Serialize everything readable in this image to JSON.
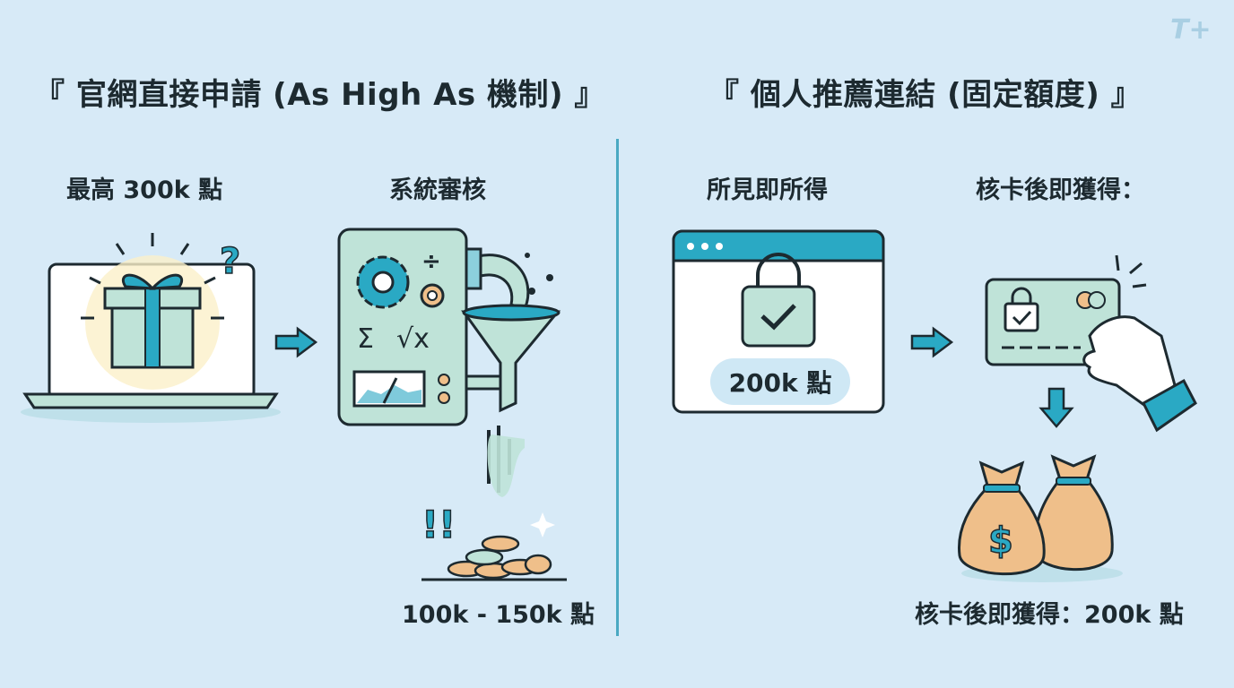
{
  "logo": "T+",
  "left": {
    "title": "『 官網直接申請 (As High As 機制) 』",
    "step1_label": "最高 300k 點",
    "step2_label": "系統審核",
    "result_label": "100k - 150k 點",
    "question_mark": "?",
    "exclaim": "!!",
    "math_symbols": {
      "divide": "÷",
      "sigma": "Σ",
      "sqrt": "√x"
    }
  },
  "right": {
    "title": "『 個人推薦連結 (固定額度) 』",
    "step1_label": "所見即所得",
    "step2_label": "核卡後即獲得：",
    "browser_value": "200k 點",
    "result_label": "核卡後即獲得：200k 點",
    "money_symbol": "$"
  },
  "colors": {
    "background": "#d7eaf7",
    "teal": "#2aa9c4",
    "mint": "#bfe3d8",
    "tan": "#efbf8a",
    "outline": "#1d2a30"
  }
}
